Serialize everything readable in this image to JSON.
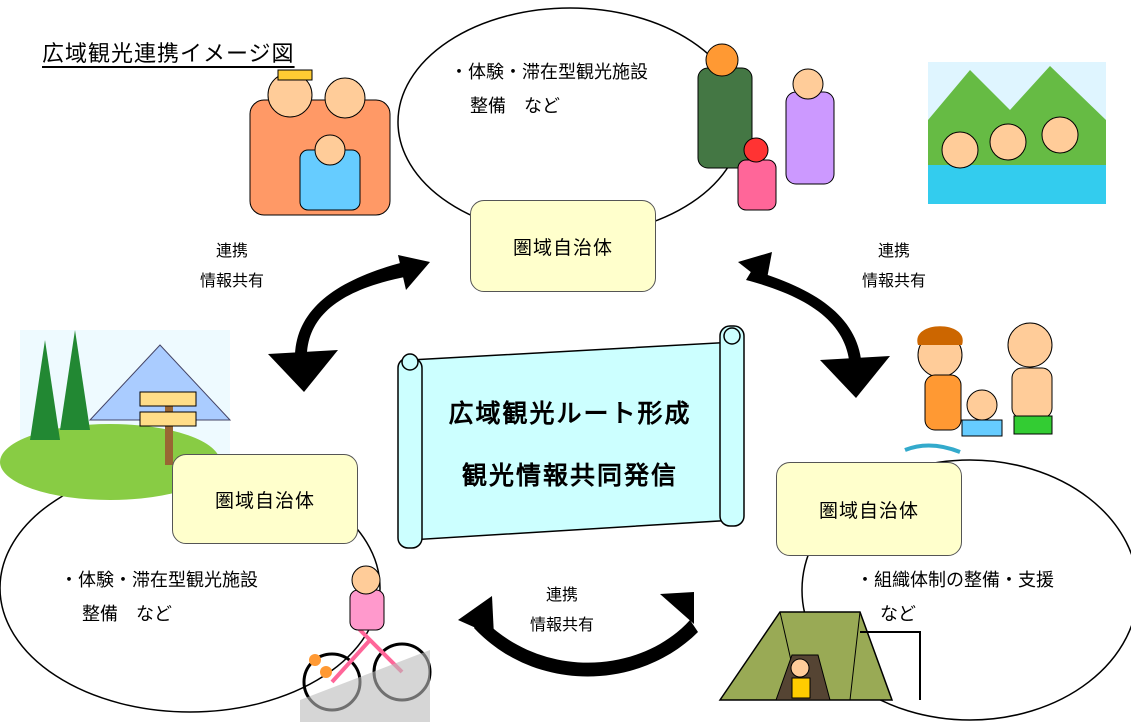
{
  "title": "広域観光連携イメージ図",
  "top_bubble": {
    "line1": "・体験・滞在型観光施設",
    "line2": "整備　など",
    "box_label": "圏域自治体"
  },
  "left_bubble": {
    "line1": "・体験・滞在型観光施設",
    "line2": "整備　など",
    "box_label": "圏域自治体"
  },
  "right_bubble": {
    "line1": "・組織体制の整備・支援",
    "line2": "など",
    "box_label": "圏域自治体"
  },
  "links": {
    "left": {
      "line1": "連携",
      "line2": "情報共有"
    },
    "right": {
      "line1": "連携",
      "line2": "情報共有"
    },
    "bottom": {
      "line1": "連携",
      "line2": "情報共有"
    }
  },
  "center_scroll": {
    "line1": "広域観光ルート形成",
    "line2": "観光情報共同発信",
    "fill": "#ccffff"
  },
  "colors": {
    "box_fill": "#ffffcc",
    "scroll_fill": "#ccffff",
    "tree_green": "#33aa22",
    "water_blue": "#33ccee"
  },
  "illustrations": [
    "family-illustration",
    "skating-illustration",
    "hot-spring-illustration",
    "mountain-signpost-illustration",
    "beach-family-illustration",
    "cycling-illustration",
    "tent-camping-illustration"
  ]
}
